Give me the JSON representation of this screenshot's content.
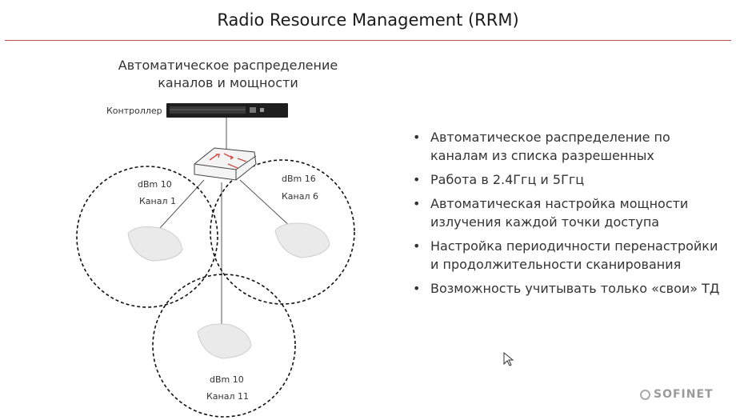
{
  "slide": {
    "title": "Radio Resource Management (RRM)",
    "subtitle_line1": "Автоматическое распределение",
    "subtitle_line2": "каналов и мощности"
  },
  "diagram": {
    "controller_label": "Контроллер",
    "access_points": [
      {
        "power": "dBm 10",
        "channel": "Канал 1"
      },
      {
        "power": "dBm 16",
        "channel": "Канал 6"
      },
      {
        "power": "dBm 10",
        "channel": "Канал 11"
      }
    ]
  },
  "bullets": [
    "Автоматическое распределение по каналам из списка разрешенных",
    "Работа в 2.4Ггц и 5Ггц",
    "Автоматическая настройка мощности излучения каждой точки доступа",
    "Настройка периодичности перенастройки и продолжительности сканирования",
    "Возможность учитывать только «свои» ТД"
  ],
  "branding": {
    "logo_text": "SOFINET"
  },
  "colors": {
    "accent": "#c0504d"
  }
}
